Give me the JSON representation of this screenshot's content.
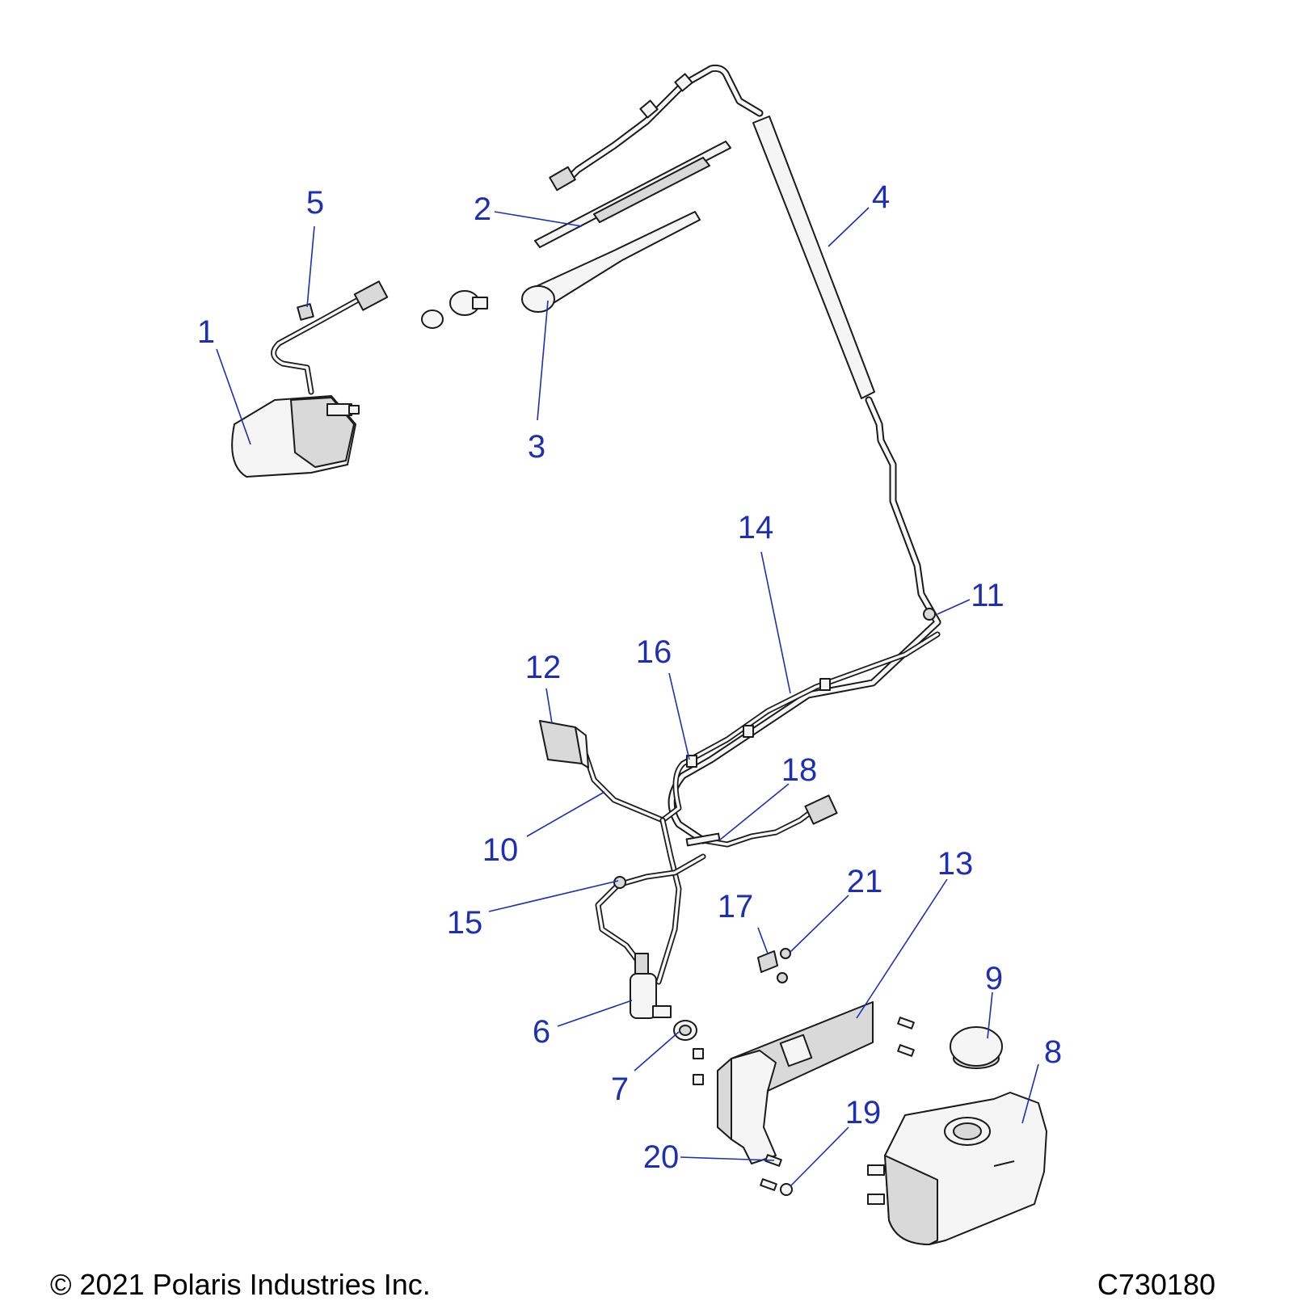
{
  "diagram": {
    "colors": {
      "callout": "#1c2fb5",
      "line_art": "#1a1a1a",
      "part_fill": "#f5f5f5"
    },
    "callouts": {
      "c1": "1",
      "c2": "2",
      "c3": "3",
      "c4": "4",
      "c5": "5",
      "c6": "6",
      "c7": "7",
      "c8": "8",
      "c9": "9",
      "c10": "10",
      "c11": "11",
      "c12": "12",
      "c13": "13",
      "c14": "14",
      "c15": "15",
      "c16": "16",
      "c17": "17",
      "c18": "18",
      "c19": "19",
      "c20": "20",
      "c21": "21"
    }
  },
  "footer": {
    "copyright": "© 2021 Polaris Industries Inc.",
    "drawing_id": "C730180"
  }
}
